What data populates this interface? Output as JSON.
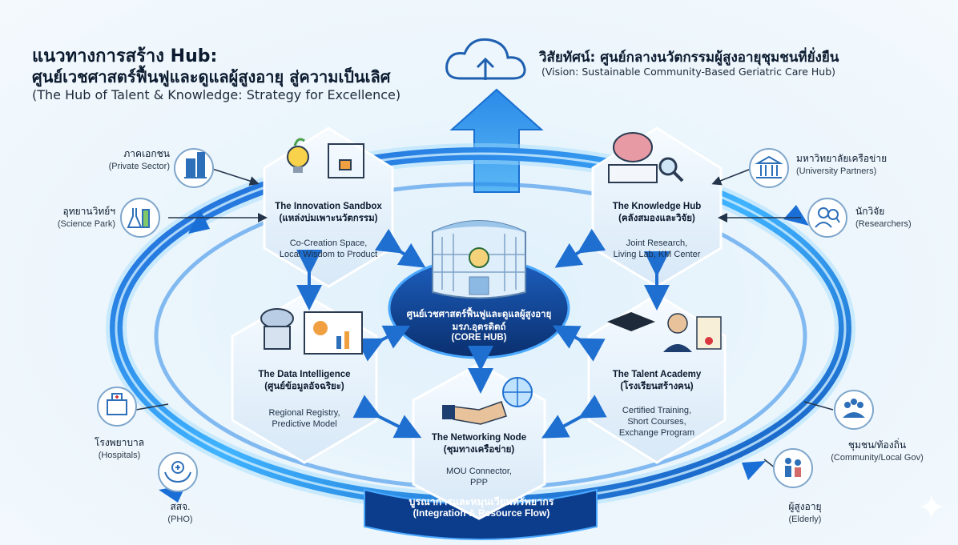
{
  "header": {
    "title_line1": "แนวทางการสร้าง Hub:",
    "title_line2": "ศูนย์เวชศาสตร์ฟื้นฟูและดูแลผู้สูงอายุ สู่ความเป็นเลิศ",
    "subtitle": "(The Hub of Talent & Knowledge: Strategy for Excellence)"
  },
  "vision": {
    "title": "วิสัยทัศน์: ศูนย์กลางนวัตกรรมผู้สูงอายุชุมชนที่ยั่งยืน",
    "subtitle": "(Vision: Sustainable Community-Based Geriatric Care Hub)",
    "icon": "cloud-upload-icon"
  },
  "core": {
    "line1": "ศูนย์เวชศาสตร์ฟื้นฟูและดูแลผู้สูงอายุ",
    "line2": "มรภ.อุตรดิตถ์",
    "line3": "(CORE HUB)"
  },
  "hexes": {
    "innovation": {
      "title": "The Innovation Sandbox",
      "thai": "(แหล่งบ่มเพาะนวัตกรรม)",
      "desc1": "Co-Creation Space,",
      "desc2": "Local Wisdom to Product"
    },
    "knowledge": {
      "title": "The Knowledge Hub",
      "thai": "(คลังสมองและวิจัย)",
      "desc1": "Joint Research,",
      "desc2": "Living Lab, KM Center"
    },
    "data": {
      "title": "The Data Intelligence",
      "thai": "(ศูนย์ข้อมูลอัจฉริยะ)",
      "desc1": "Regional Registry,",
      "desc2": "Predictive Model"
    },
    "talent": {
      "title": "The Talent Academy",
      "thai": "(โรงเรียนสร้างคน)",
      "desc1": "Certified Training,",
      "desc2": "Short Courses,",
      "desc3": "Exchange Program"
    },
    "network": {
      "title": "The Networking Node",
      "thai": "(ชุมทางเครือข่าย)",
      "desc1": "MOU Connector,",
      "desc2": "PPP"
    }
  },
  "flow": {
    "thai": "บูรณาการและหมุนเวียนทรัพยากร",
    "en": "(Integration & Resource Flow)"
  },
  "stakeholders": {
    "private": {
      "thai": "ภาคเอกชน",
      "en": "(Private Sector)",
      "icon": "office-building-icon"
    },
    "science": {
      "thai": "อุทยานวิทย์ฯ",
      "en": "(Science Park)",
      "icon": "lab-flask-icon"
    },
    "hospital": {
      "thai": "โรงพยาบาล",
      "en": "(Hospitals)",
      "icon": "hospital-icon"
    },
    "pho": {
      "thai": "สสจ.",
      "en": "(PHO)",
      "icon": "health-care-hands-icon"
    },
    "university": {
      "thai": "มหาวิทยาลัยเครือข่าย",
      "en": "(University Partners)",
      "icon": "university-icon"
    },
    "researchers": {
      "thai": "นักวิจัย",
      "en": "(Researchers)",
      "icon": "researcher-icon"
    },
    "community": {
      "thai": "ชุมชน/ท้องถิ่น",
      "en": "(Community/Local Gov)",
      "icon": "community-group-icon"
    },
    "elderly": {
      "thai": "ผู้สูงอายุ",
      "en": "(Elderly)",
      "icon": "elderly-couple-icon"
    }
  },
  "colors": {
    "ring": "#1e7fe0",
    "ring_glow": "#7fd0ff",
    "core": "#0f3d8c",
    "hex_fill": "#eaf3fb",
    "arrow": "#1f6fd1",
    "text": "#0b1a2e"
  }
}
